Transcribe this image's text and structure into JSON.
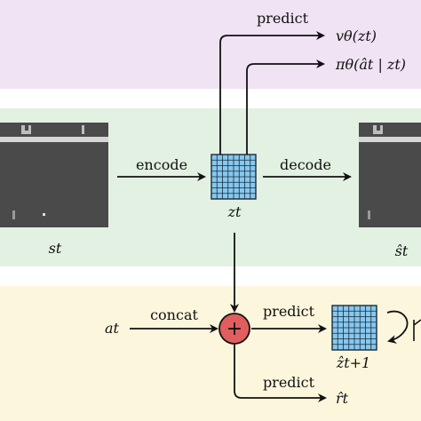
{
  "colors": {
    "top_band": "#efe3f4",
    "middle_band": "#e3f1e3",
    "bottom_band": "#fbf6dc",
    "latent_grid": "#86c8ee",
    "plus_node": "#e15e5e",
    "frame_bg": "#4a4a4a"
  },
  "labels": {
    "predict_value": "predict",
    "value_output": "vθ(zt)",
    "policy_output": "πθ(ât | zt)",
    "encode": "encode",
    "decode": "decode",
    "latent": "zt",
    "state": "st",
    "reconstruction": "ŝt",
    "action": "at",
    "concat": "concat",
    "plus_symbol": "+",
    "predict_next": "predict",
    "next_latent": "ẑt+1",
    "predict_reward": "predict",
    "reward": "r̂t"
  },
  "icons": {
    "frames": "game-frame-icon",
    "latent": "latent-grid-icon",
    "self_loop": "loop-arrow-icon"
  }
}
